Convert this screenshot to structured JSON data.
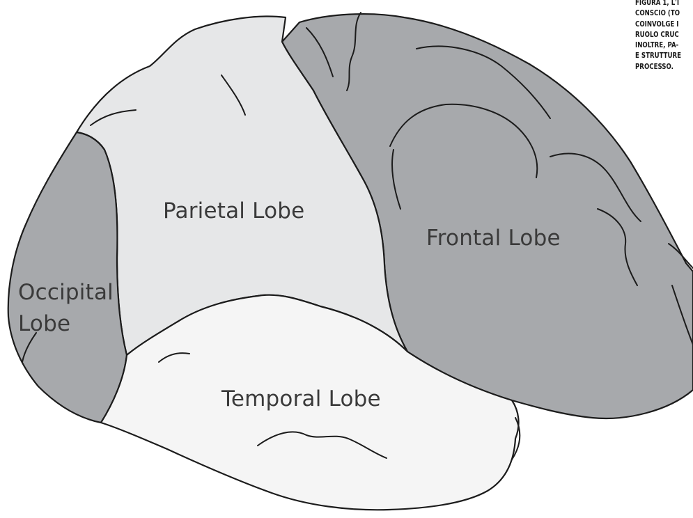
{
  "diagram": {
    "labels": {
      "parietal": "Parietal Lobe",
      "frontal": "Frontal Lobe",
      "occipital_line1": "Occipital",
      "occipital_line2": "Lobe",
      "temporal": "Temporal Lobe"
    },
    "colors": {
      "frontal_fill": "#a7a9ac",
      "occipital_fill": "#a7a9ac",
      "parietal_fill": "#e6e7e8",
      "temporal_fill": "#f5f5f5",
      "outline": "#1c1c1c"
    }
  },
  "caption": {
    "lines": [
      "FIGURA 1, L'I",
      "CONSCIO (TO",
      "COINVOLGE I",
      "RUOLO CRUC",
      "INOLTRE, PA-",
      "E STRUTTURE",
      "PROCESSO."
    ]
  }
}
